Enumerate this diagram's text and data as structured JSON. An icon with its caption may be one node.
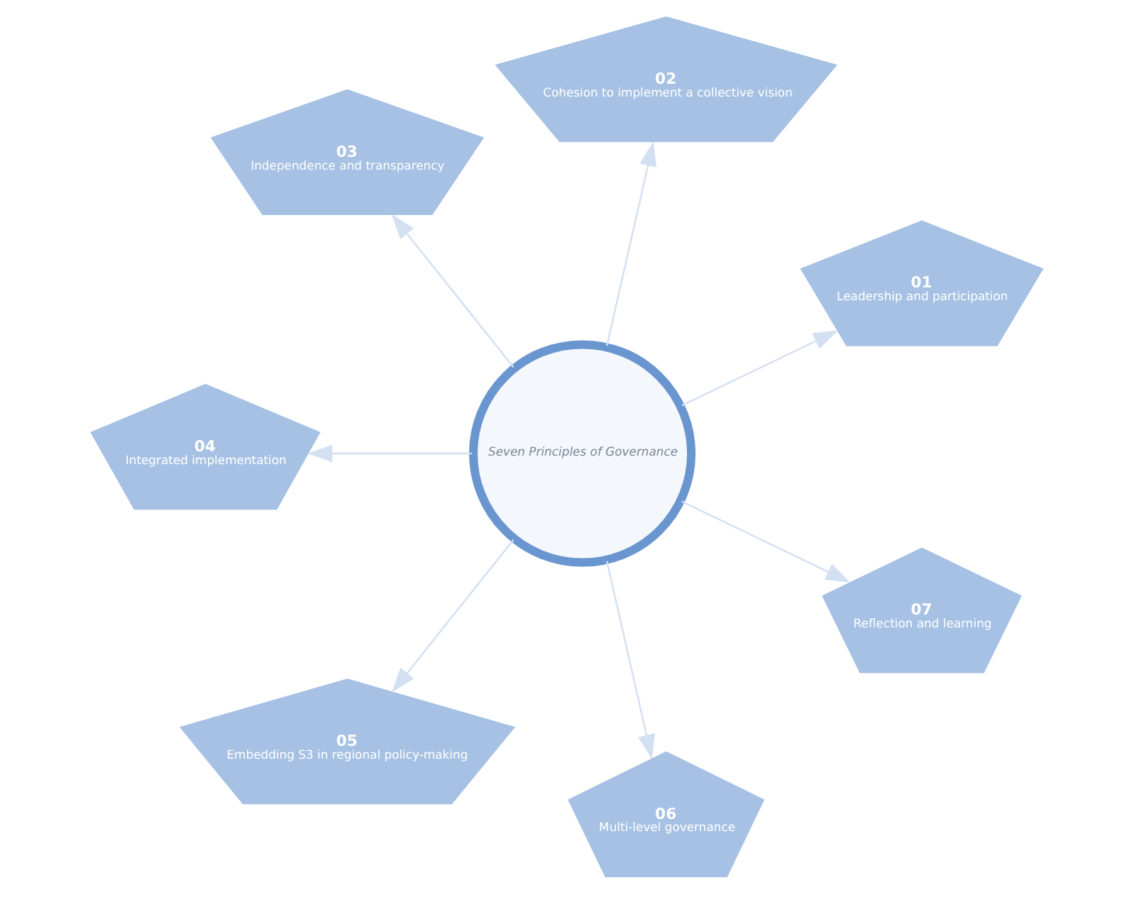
{
  "diagram": {
    "nodes": [
      {
        "text": [
          "Seven Principles of Governance"
        ]
      },
      {
        "text": [
          "01",
          "Leadership and participation"
        ]
      },
      {
        "text": [
          "02",
          "Cohesion to implement a collective vision"
        ]
      },
      {
        "text": [
          "03",
          "Independence and transparency"
        ]
      },
      {
        "text": [
          "04",
          "Integrated implementation"
        ]
      },
      {
        "text": [
          "05",
          "Embedding S3 in regional policy-making"
        ]
      },
      {
        "text": [
          "06",
          "Multi-level governance"
        ]
      },
      {
        "text": [
          "07",
          "Reflection and learning"
        ]
      }
    ],
    "edges": [
      {
        "from": 0,
        "to": 1,
        "arrow": "to"
      },
      {
        "from": 0,
        "to": 2,
        "arrow": "to"
      },
      {
        "from": 0,
        "to": 3,
        "arrow": "to"
      },
      {
        "from": 0,
        "to": 4,
        "arrow": "to"
      },
      {
        "from": 0,
        "to": 5,
        "arrow": "to"
      },
      {
        "from": 0,
        "to": 6,
        "arrow": "to"
      },
      {
        "from": 0,
        "to": 7,
        "arrow": "to"
      }
    ]
  }
}
